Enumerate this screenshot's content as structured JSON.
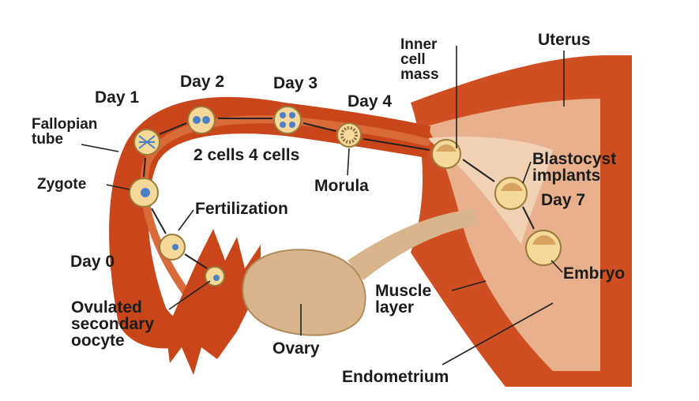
{
  "colors": {
    "tube": "#c9461a",
    "tube_inner": "#d96a3a",
    "uterus_wall": "#cf4f22",
    "endometrium": "#e9b08e",
    "lumen": "#f1d2b5",
    "ovary": "#d8b58c",
    "cell": "#f4d99a",
    "nucleus": "#4d7fc4",
    "label": "#1c1c1c",
    "arrow": "#222222"
  },
  "labels": {
    "day0": "Day 0",
    "day1": "Day 1",
    "day2": "Day 2",
    "day3": "Day 3",
    "day4": "Day 4",
    "day7": "Day 7",
    "fallopian_tube": "Fallopian\ntube",
    "zygote": "Zygote",
    "fertilization": "Fertilization",
    "cells_2_4": "2 cells 4 cells",
    "morula": "Morula",
    "inner_cell_mass": "Inner\ncell\nmass",
    "uterus": "Uterus",
    "blastocyst_implants": "Blastocyst\nimplants",
    "embryo": "Embryo",
    "muscle_layer": "Muscle\nlayer",
    "ovary": "Ovary",
    "endometrium": "Endometrium",
    "ovulated_oocyte": "Ovulated\nsecondary\noocyte"
  }
}
